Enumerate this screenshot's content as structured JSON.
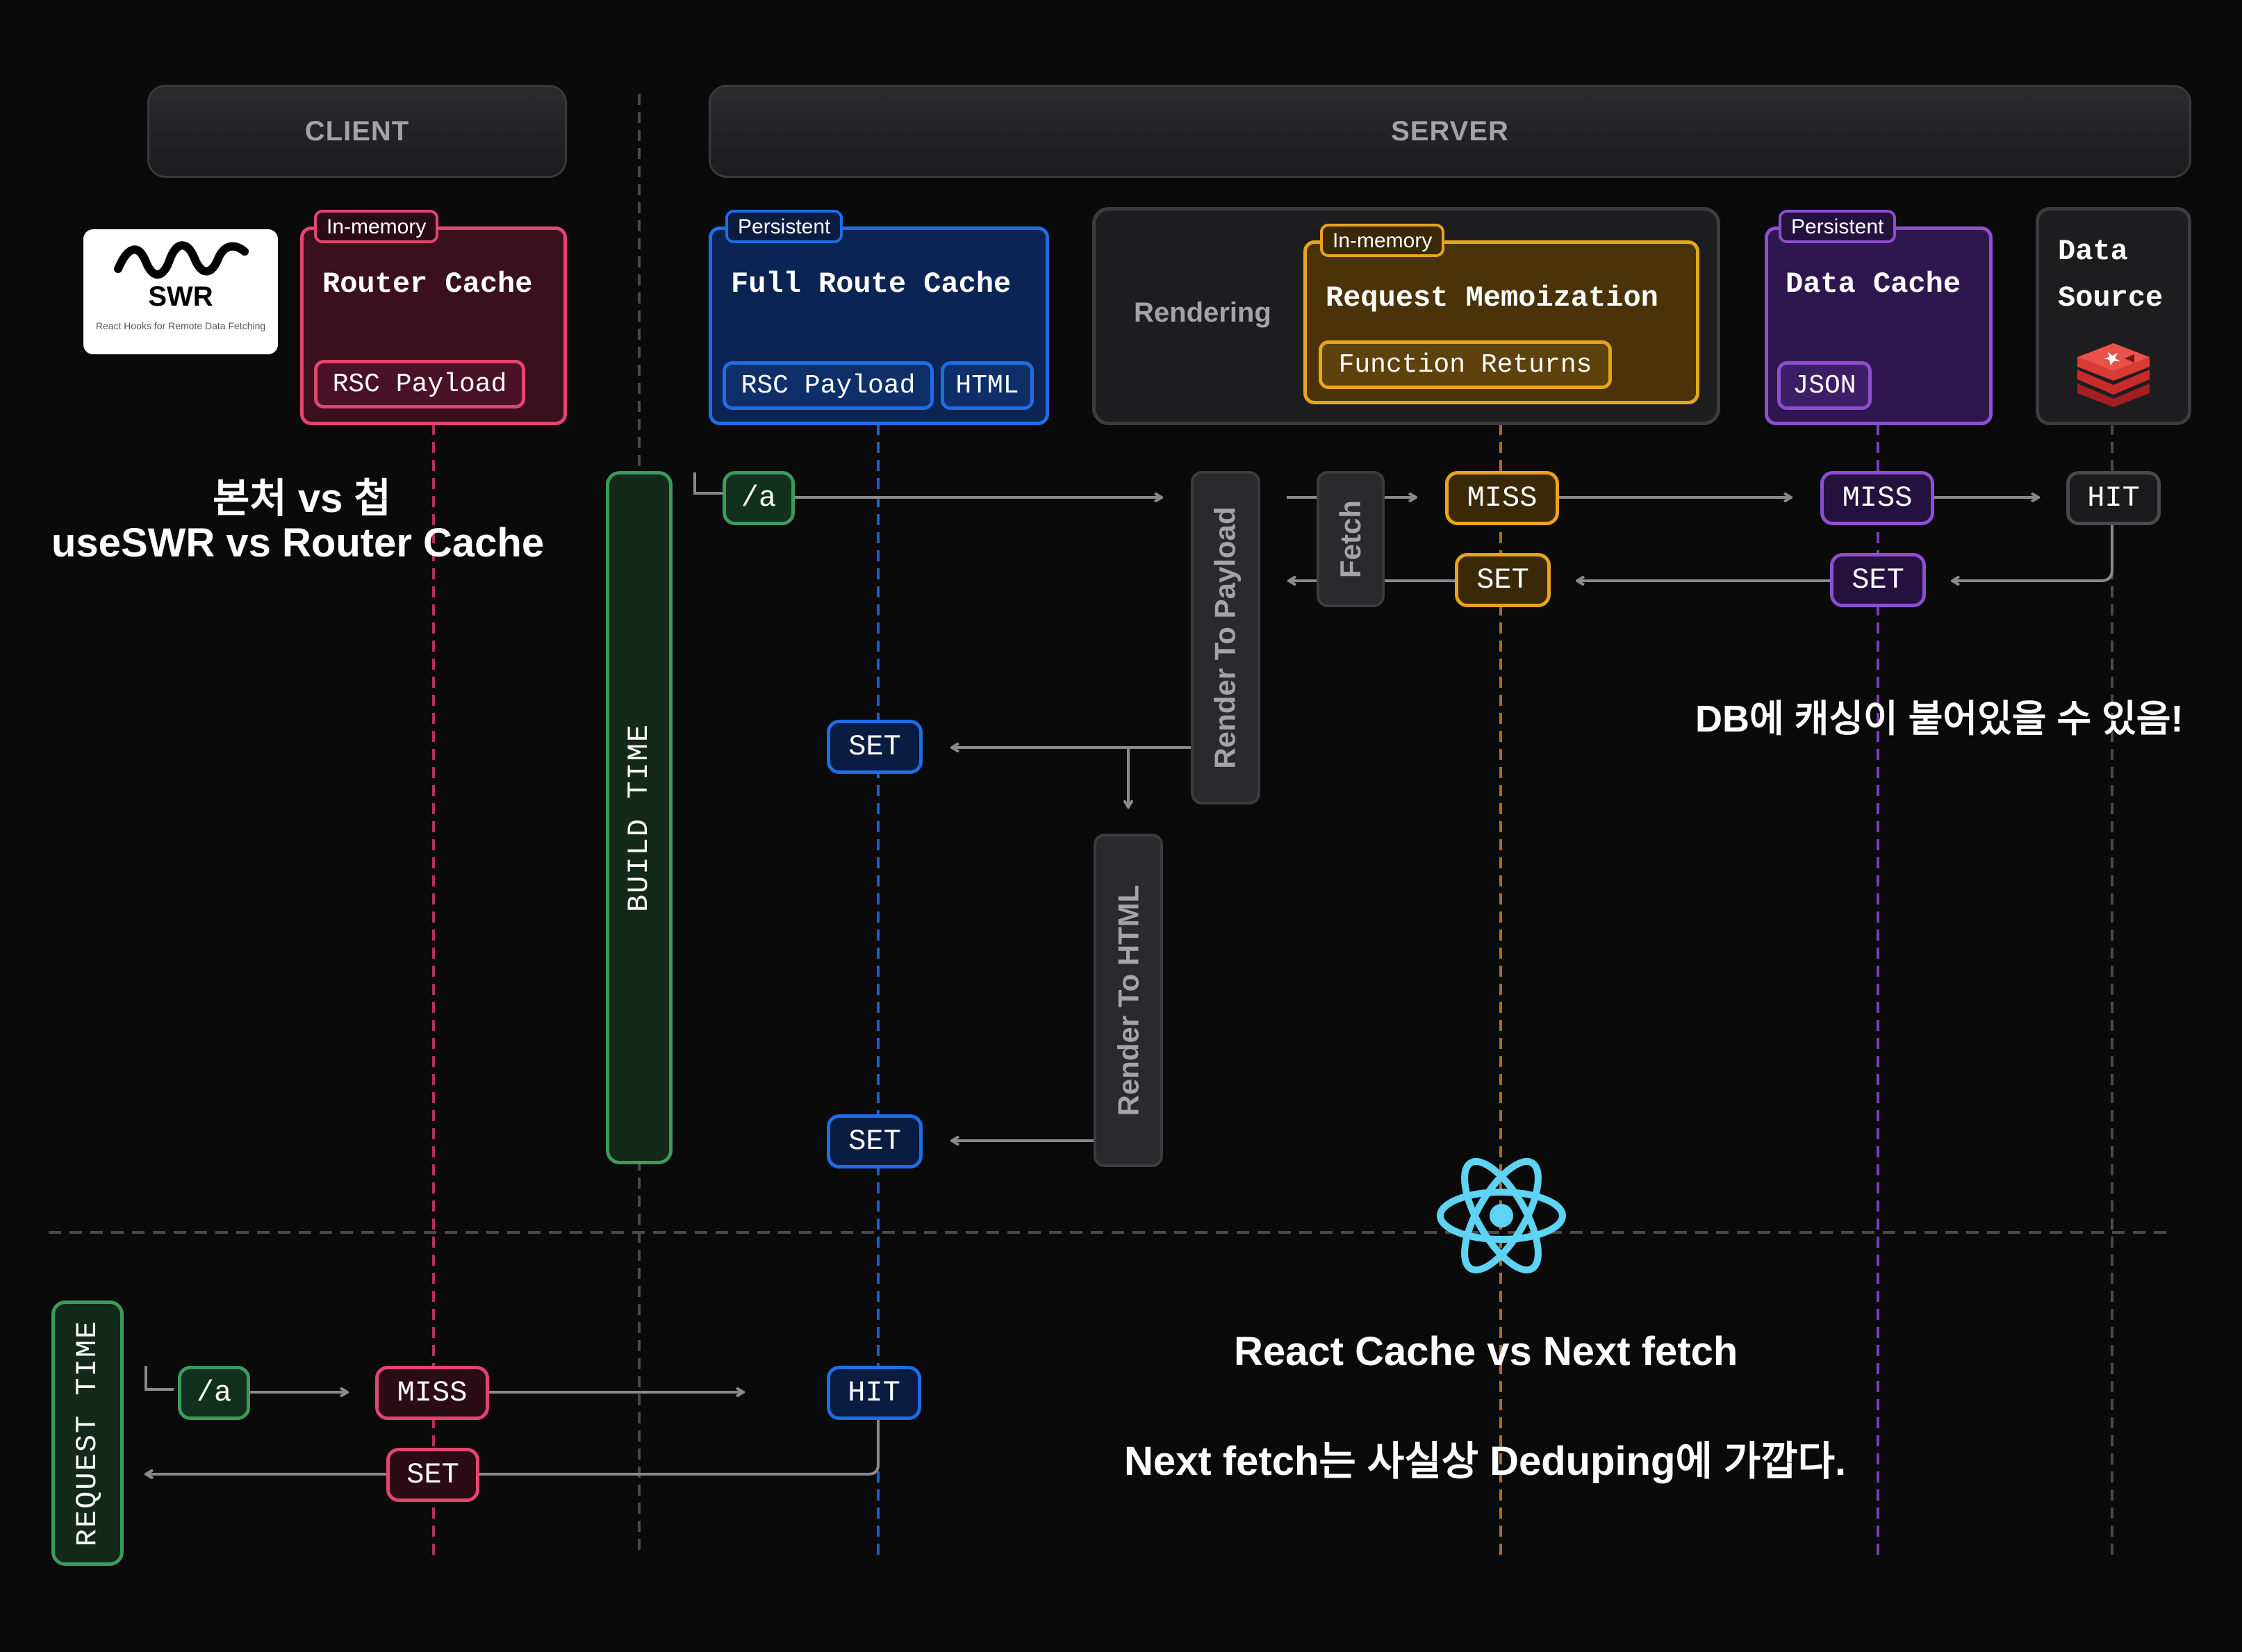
{
  "headers": {
    "client": "CLIENT",
    "server": "SERVER"
  },
  "swr": {
    "name": "SWR",
    "tagline": "React Hooks for Remote Data Fetching"
  },
  "router_cache": {
    "tag": "In-memory",
    "title": "Router Cache",
    "chip": "RSC Payload"
  },
  "full_route_cache": {
    "tag": "Persistent",
    "title": "Full Route Cache",
    "chips": [
      "RSC Payload",
      "HTML"
    ]
  },
  "rendering": {
    "label": "Rendering"
  },
  "request_memo": {
    "tag": "In-memory",
    "title": "Request Memoization",
    "chip": "Function Returns"
  },
  "data_cache": {
    "tag": "Persistent",
    "title": "Data Cache",
    "chip": "JSON"
  },
  "data_source": {
    "title_line1": "Data",
    "title_line2": "Source"
  },
  "lanes": {
    "build_time": "BUILD TIME",
    "request_time": "REQUEST TIME"
  },
  "steps": {
    "render_to_payload": "Render To Payload",
    "fetch": "Fetch",
    "render_to_html": "Render To HTML"
  },
  "build_flow": {
    "route": "/a",
    "memo_miss": "MISS",
    "memo_set": "SET",
    "data_miss": "MISS",
    "data_set": "SET",
    "source_hit": "HIT",
    "full_route_set_1": "SET",
    "full_route_set_2": "SET"
  },
  "request_flow": {
    "route": "/a",
    "router_miss": "MISS",
    "router_set": "SET",
    "full_route_hit": "HIT"
  },
  "annotations": {
    "title_line1": "본처 vs 첩",
    "title_line2": "useSWR vs Router Cache",
    "db_note": "DB에 캐싱이 붙어있을 수 있음!",
    "react_cache": "React Cache vs Next fetch",
    "next_fetch": "Next fetch는 사실상 Deduping에 가깝다."
  },
  "colors": {
    "router": "#e2456f",
    "full_route": "#1f6de6",
    "memo": "#e8a51c",
    "data": "#8d4fd0",
    "build": "#3c9a5c",
    "react_logo": "#5ed3f3"
  }
}
